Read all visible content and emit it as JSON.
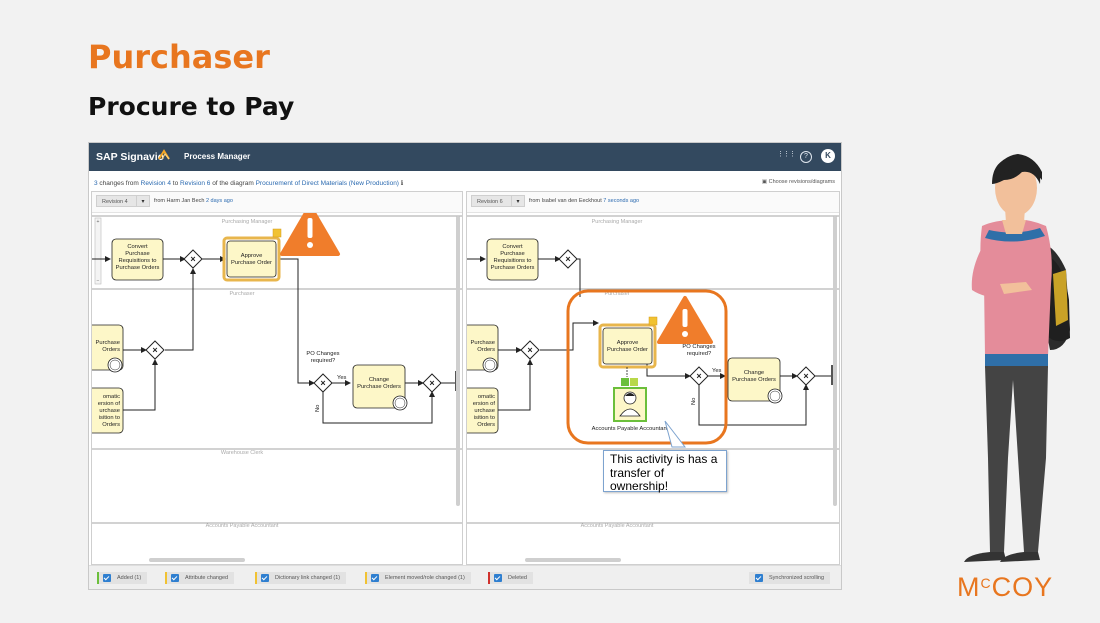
{
  "slide": {
    "title": "Purchaser",
    "subtitle": "Procure to Pay",
    "callout": "This activity is has a transfer of ownership!",
    "logo_main": "M",
    "logo_small": "C",
    "logo_rest": "COY"
  },
  "app": {
    "brand": "SAP Signavio",
    "name": "Process Manager",
    "avatar": "K",
    "help_icon": "?",
    "grid_icon": "⋮⋮⋮"
  },
  "changes": {
    "count": "3",
    "text1": " changes from ",
    "from_rev": "Revision 4",
    "text2": " to ",
    "to_rev": "Revision 6",
    "text3": " of the diagram ",
    "diagram": "Procurement of Direct Materials (New Production)",
    "info": "ℹ",
    "choose": "Choose revisions/diagrams"
  },
  "left": {
    "revision": "Revision 4",
    "caret": "▾",
    "from_text": "from Harm Jan Bech ",
    "time": "2 days ago",
    "lanes": [
      "Purchasing Manager",
      "Purchaser",
      "Warehouse Clerk",
      "Accounts Payable Accountant"
    ],
    "tasks": {
      "convert": [
        "Convert",
        "Purchase",
        "Requisitions to",
        "Purchase Orders"
      ],
      "approve": [
        "Approve",
        "Purchase Order"
      ],
      "purchase_orders": [
        "Purchase",
        "Orders"
      ],
      "automatic": [
        "omatic",
        "ersion of",
        "urchase",
        "isition to",
        "Orders"
      ],
      "change": [
        "Change",
        "Purchase Orders"
      ]
    },
    "po_changes": [
      "PO Changes",
      "required?"
    ],
    "yes": "Yes",
    "no": "No"
  },
  "right": {
    "revision": "Revision 6",
    "caret": "▾",
    "from_text": "from Isabel van den Eeckhout ",
    "time": "7 seconds ago",
    "lanes": [
      "Purchasing Manager",
      "Purchaser",
      "Accounts Payable Accountant"
    ],
    "tasks": {
      "convert": [
        "Convert",
        "Purchase",
        "Requisitions to",
        "Purchase Orders"
      ],
      "approve": [
        "Approve",
        "Purchase Order"
      ],
      "purchase_orders": [
        "Purchase",
        "Orders"
      ],
      "automatic": [
        "omatic",
        "ersion of",
        "urchase",
        "isition to",
        "Orders"
      ],
      "change": [
        "Change",
        "Purchase Orders"
      ]
    },
    "po_changes": [
      "PO Changes",
      "required?"
    ],
    "yes": "Yes",
    "no": "No",
    "role": "Accounts Payable Accountant"
  },
  "legend": {
    "added": "Added (1)",
    "attribute": "Attribute changed",
    "dictionary": "Dictionary link changed (1)",
    "element": "Element moved/role changed (1)",
    "deleted": "Deleted",
    "sync": "Synchronized scrolling"
  },
  "colors": {
    "accent": "#e8761f",
    "topbar": "#33495f",
    "task_fill": "#fdf7c8",
    "added": "#6bbf3b",
    "changed": "#f1c232",
    "deleted": "#d0312d",
    "warning": "#f07d2b"
  }
}
